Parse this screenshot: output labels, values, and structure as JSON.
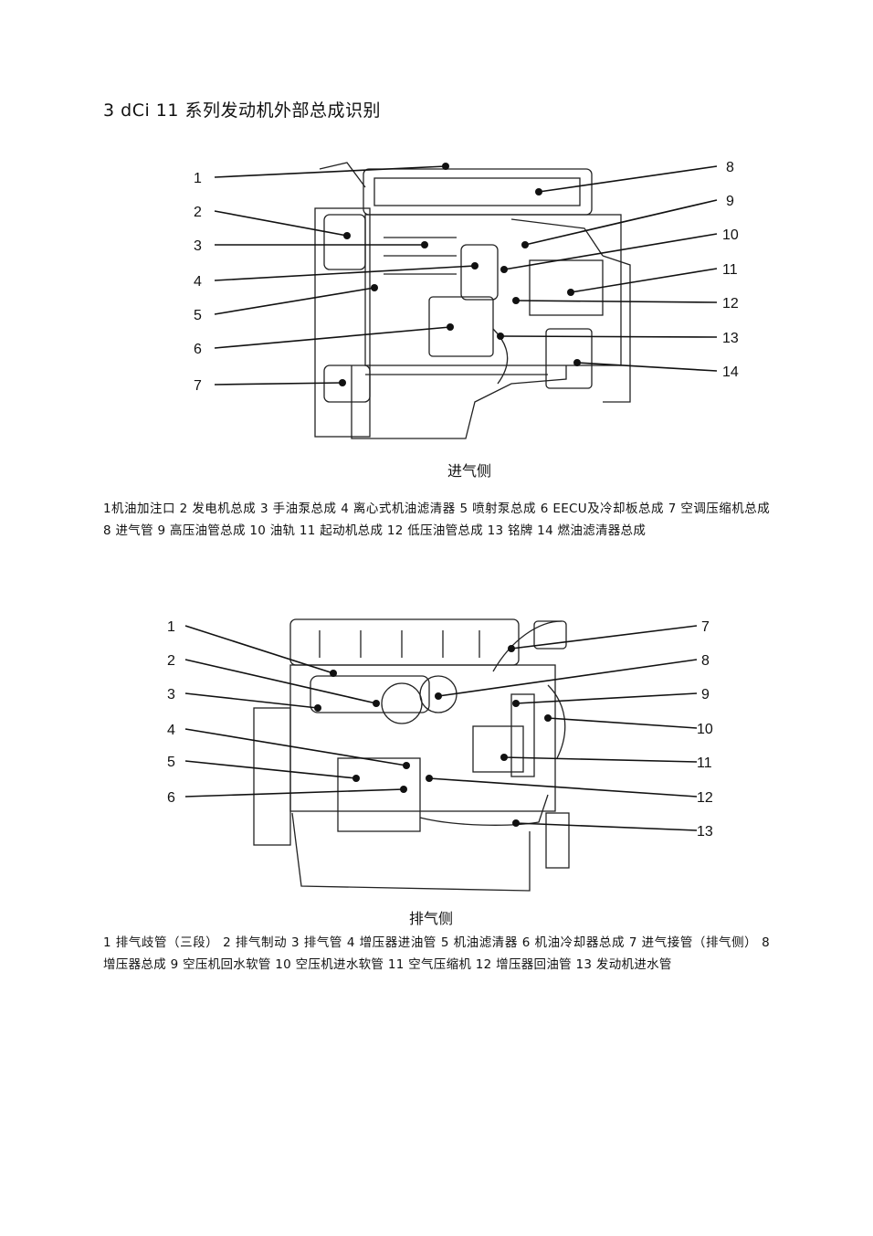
{
  "title": "3 dCi 11   系列发动机外部总成识别",
  "figure1": {
    "caption": "进气侧",
    "legend": "1机油加注口  2  发电机总成  3  手油泵总成  4  离心式机油滤清器  5  喷射泵总成  6  EECU及冷却板总成 7  空调压缩机总成  8  进气管  9  高压油管总成  10  油轨  11  起动机总成  12  低压油管总成  13  铭牌  14  燃油滤清器总成",
    "callouts": [
      "1",
      "2",
      "3",
      "4",
      "5",
      "6",
      "7",
      "8",
      "9",
      "10",
      "11",
      "12",
      "13",
      "14"
    ]
  },
  "figure2": {
    "caption": "排气侧",
    "legend": "1  排气歧管（三段）  2  排气制动  3  排气管  4  增压器进油管  5  机油滤清器  6  机油冷却器总成  7  进气接管（排气侧）  8  增压器总成  9  空压机回水软管  10  空压机进水软管  11  空气压缩机  12  增压器回油管  13  发动机进水管",
    "callouts": [
      "1",
      "2",
      "3",
      "4",
      "5",
      "6",
      "7",
      "8",
      "9",
      "10",
      "11",
      "12",
      "13"
    ]
  }
}
